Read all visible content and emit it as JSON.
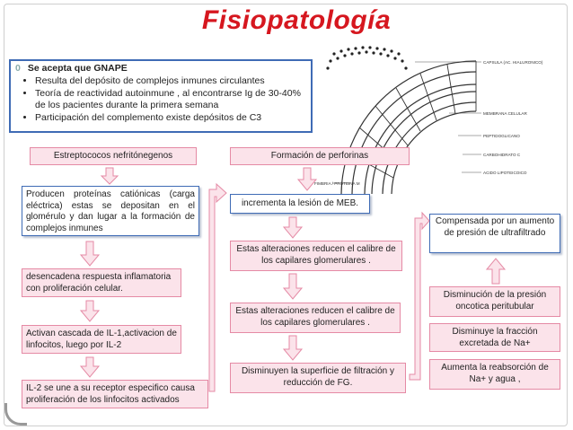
{
  "title": "Fisiopatología",
  "intro": {
    "head_bullet": "0",
    "head": "Se acepta que GNAPE",
    "items": [
      "Resulta del depósito de complejos inmunes circulantes",
      "Teoría de reactividad  autoinmune , al encontrarse Ig de 30-40% de los pacientes durante la primera semana",
      "Participación del complemento existe depósitos de C3"
    ]
  },
  "illustration": {
    "labels": {
      "capsula": "CAPSULA (AC. HIALURONICO)",
      "membrana": "MEMBRANA CELULAR",
      "peptido": "PEPTIDOGLICANO",
      "carbo": "CARBOHIDRATO C",
      "acido": "ACIDO LIPOTEICOICO",
      "fimbria": "FIMBRIA / PROTEINA M"
    }
  },
  "left_column": [
    "Estreptococos nefritónegenos",
    "Producen  proteínas  catiónicas  (carga eléctrica)  estas  se  depositan  en  el glomérulo  y dan lugar a la formación de complejos inmunes",
    "desencadena respuesta inflamatoria con proliferación celular.",
    "Activan cascada de IL-1,activacion de linfocitos, luego por IL-2",
    "IL-2 se une a su receptor especifico causa proliferación de los linfocitos activados"
  ],
  "middle_column": [
    "Formación de perforinas",
    "incrementa la lesión de MEB.",
    "Estas alteraciones reducen el calibre de los capilares glomerulares .",
    "Estas alteraciones reducen el calibre de los capilares glomerulares .",
    "Disminuyen la superficie de filtración y reducción de FG."
  ],
  "right_column": [
    "Compensada por un aumento de presión de ultrafiltrado",
    "Disminución de la presión oncotica peritubular",
    "Disminuye la fracción excretada de Na+",
    "Aumenta la reabsorción de Na+ y agua ,"
  ],
  "colors": {
    "title": "#d6171f",
    "pink_fill": "#fbe3ea",
    "pink_border": "#e58aa5",
    "blue_border": "#3f6bb5",
    "arrow_fill": "#fbe3ea",
    "arrow_stroke": "#e58aa5"
  }
}
